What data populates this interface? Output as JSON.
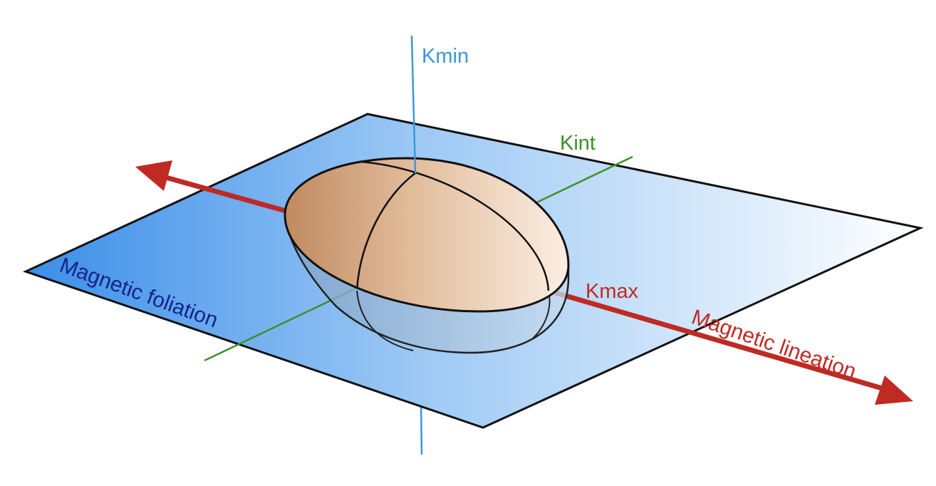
{
  "labels": {
    "kmin": "Kmin",
    "kint": "Kint",
    "kmax": "Kmax",
    "foliation": "Magnetic foliation",
    "lineation": "Magnetic lineation"
  },
  "colors": {
    "kmin_axis": "#3a97dc",
    "kint_axis": "#3f8f2a",
    "kmax_axis": "#bf2a24",
    "foliation_text": "#16228a",
    "plane_left": "#3b8ee8",
    "plane_right": "#ffffff",
    "ellipsoid_left": "#c08a60",
    "ellipsoid_right": "#fbeee2",
    "outline": "#111111"
  }
}
